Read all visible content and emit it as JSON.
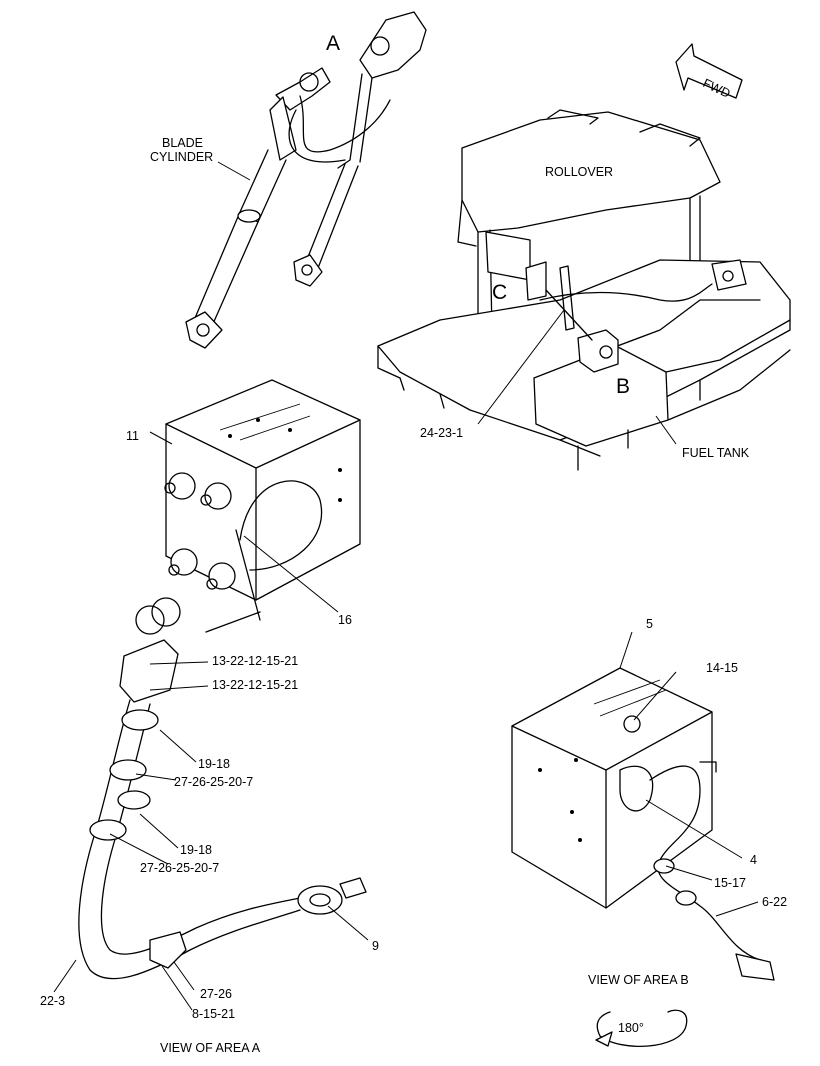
{
  "area_markers": {
    "a": "A",
    "b": "B",
    "c": "C"
  },
  "direction": {
    "fwd": "FWD",
    "rotation": "180°"
  },
  "labels": {
    "blade_cylinder_1": "BLADE",
    "blade_cylinder_2": "CYLINDER",
    "rollover": "ROLLOVER",
    "fuel_tank": "FUEL TANK",
    "p_24_23_1": "24-23-1",
    "p_11": "11",
    "p_16": "16",
    "p_13_a": "13-22-12-15-21",
    "p_13_b": "13-22-12-15-21",
    "p_19_18_a": "19-18",
    "p_27_a": "27-26-25-20-7",
    "p_19_18_b": "19-18",
    "p_27_b": "27-26-25-20-7",
    "p_9": "9",
    "p_22_3": "22-3",
    "p_27_26": "27-26",
    "p_8_15_21": "8-15-21",
    "p_5": "5",
    "p_14_15": "14-15",
    "p_4": "4",
    "p_15_17": "15-17",
    "p_6_22": "6-22"
  },
  "captions": {
    "view_area_a": "VIEW OF AREA  A",
    "view_area_b": "VIEW OF AREA B"
  }
}
